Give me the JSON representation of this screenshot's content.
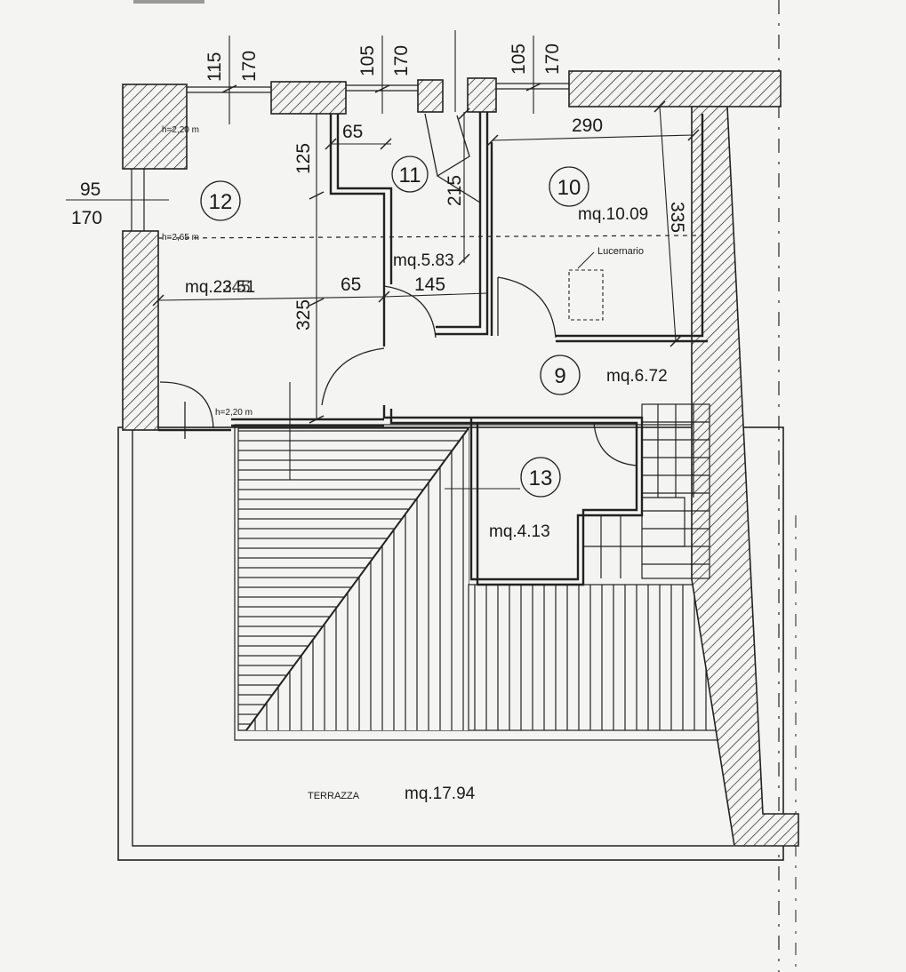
{
  "dimensions": {
    "top_left_a": "115",
    "top_left_b": "170",
    "top_mid_a": "105",
    "top_mid_b": "170",
    "top_right_a": "105",
    "top_right_b": "170",
    "left_a": "95",
    "left_b": "170",
    "d65_top": "65",
    "d125": "125",
    "d215": "215",
    "d290": "290",
    "d335": "335",
    "d325": "325",
    "d65_mid": "65",
    "d145": "145"
  },
  "heights": {
    "h1": "h=2,20 m",
    "h2": "h=2,65 m",
    "h3": "h=2,20 m"
  },
  "rooms": [
    {
      "number": "12",
      "area": "mq.23.51"
    },
    {
      "number": "11",
      "area": "mq.5.83"
    },
    {
      "number": "10",
      "area": "mq.10.09"
    },
    {
      "number": "9",
      "area": "mq.6.72"
    },
    {
      "number": "13",
      "area": "mq.4.13"
    }
  ],
  "overlap_text": "245",
  "skylight_label": "Lucernario",
  "terrace": {
    "label": "TERRAZZA",
    "area": "mq.17.94"
  }
}
